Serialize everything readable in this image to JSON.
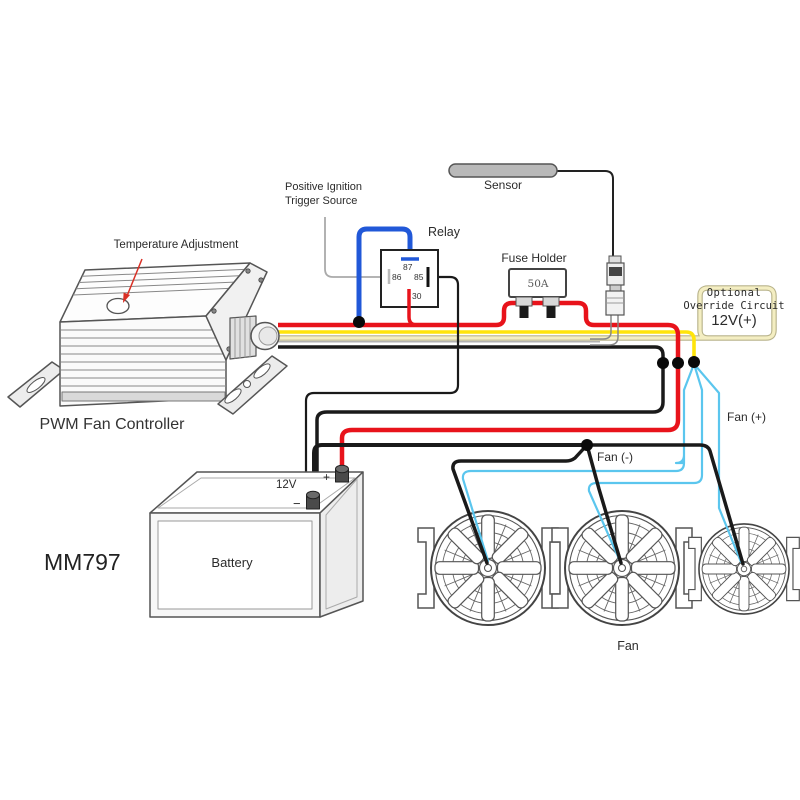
{
  "diagram": {
    "labels": {
      "temperature_adjustment": "Temperature Adjustment",
      "pwm_controller": "PWM Fan Controller",
      "model": "MM797",
      "ignition": "Positive Ignition\nTrigger Source",
      "relay": "Relay",
      "relay_pin_87": "87",
      "relay_pin_86": "86",
      "relay_pin_85": "85",
      "relay_pin_30": "30",
      "fuse_holder": "Fuse Holder",
      "fuse_rating": "50A",
      "sensor": "Sensor",
      "override_line1": "Optional",
      "override_line2": "Override Circuit",
      "override_line3": "12V(+)",
      "fan_positive": "Fan (+)",
      "fan_negative": "Fan (-)",
      "fan": "Fan",
      "battery": "Battery",
      "battery_voltage": "12V",
      "battery_plus": "+",
      "battery_minus": "−"
    },
    "wire_colors": {
      "red": "#e8131b",
      "yellow": "#ffe40a",
      "blue": "#2158d8",
      "cyan": "#5bc6ee",
      "black": "#1a1a1a",
      "gray": "#aaaaaa",
      "cream": "#f4eec2",
      "cream_edge": "#b9b48c",
      "white_wire": "#ffffff",
      "white_edge": "#999999",
      "arrow_red": "#d93025"
    },
    "components": [
      "pwm-fan-controller",
      "relay",
      "fuse-holder",
      "temperature-sensor",
      "battery",
      "fan-left",
      "fan-middle",
      "fan-right",
      "sensor-connector"
    ]
  }
}
